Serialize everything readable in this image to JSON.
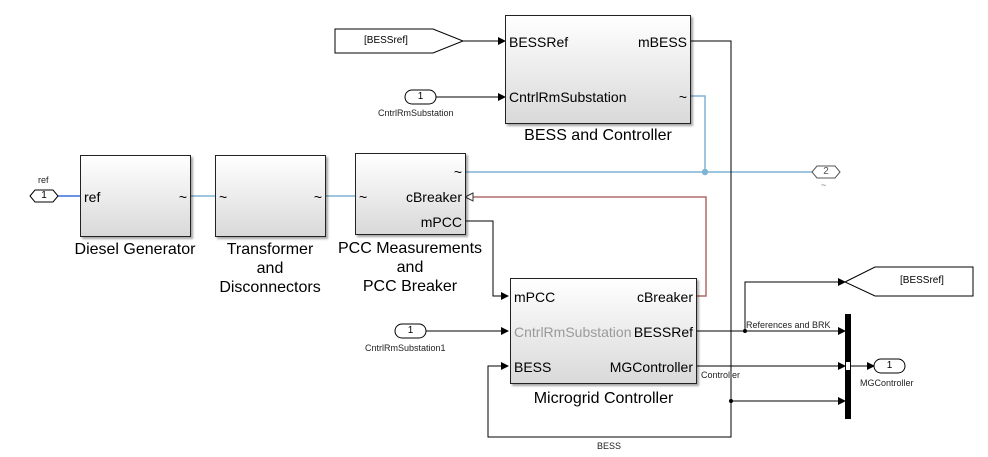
{
  "blocks": {
    "diesel": {
      "title": "Diesel Generator",
      "in": "ref",
      "out": "~"
    },
    "transformer": {
      "title_lines": [
        "Transformer",
        "and",
        "Disconnectors"
      ],
      "in": "~",
      "out": "~"
    },
    "pcc": {
      "title_lines": [
        "PCC Measurements",
        "and",
        "PCC Breaker"
      ],
      "in": "~",
      "out1": "~",
      "out2": "cBreaker",
      "out3": "mPCC"
    },
    "bess": {
      "title": "BESS and Controller",
      "in1": "BESSRef",
      "in2": "CntrlRmSubstation",
      "out1": "mBESS",
      "out2": "~"
    },
    "mg": {
      "title": "Microgrid Controller",
      "in1": "mPCC",
      "in2": "CntrlRmSubstation",
      "in3": "BESS",
      "out1": "cBreaker",
      "out2": "BESSRef",
      "out3": "MGController"
    }
  },
  "ports": {
    "ref_in": {
      "num": "1",
      "label": "ref"
    },
    "cntrl_in": {
      "num": "1",
      "label": "CntrlRmSubstation"
    },
    "cntrl_in1": {
      "num": "1",
      "label": "CntrlRmSubstation1"
    },
    "conn_out": {
      "num": "2",
      "label": "~"
    },
    "mg_out": {
      "num": "1",
      "label": "MGController"
    }
  },
  "goto": {
    "from_tag": "[BESSref]",
    "goto_tag": "[BESSref]"
  },
  "signals": {
    "refs_brk": "References and BRK",
    "controller": "Controller",
    "bess": "BESS"
  },
  "colors": {
    "physical": "#7fb3d5",
    "breaker": "#b06a6a",
    "signal": "#000000",
    "ref_line": "#3a6fd8"
  }
}
